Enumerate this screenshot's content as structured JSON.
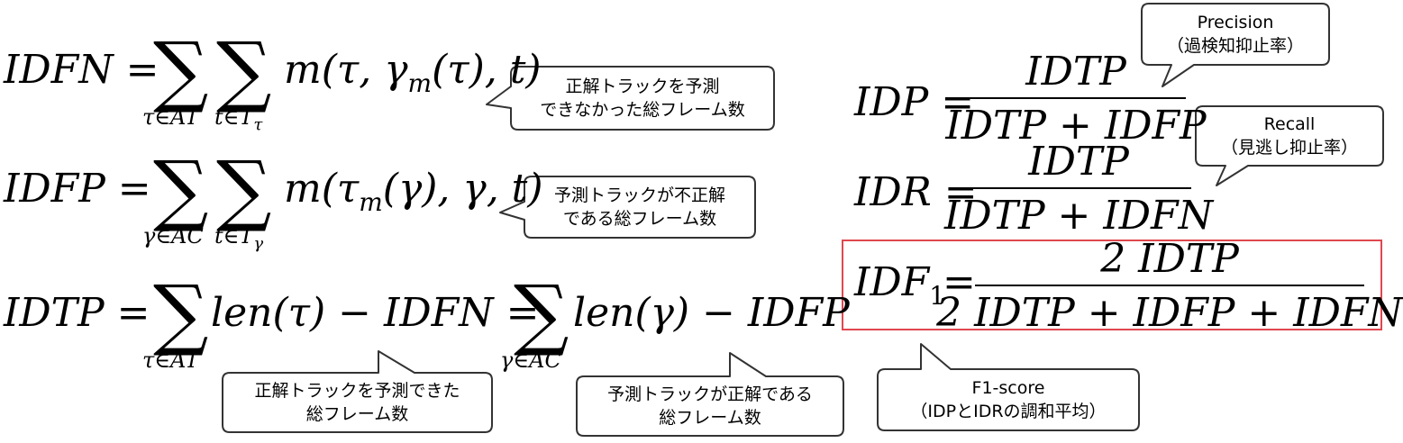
{
  "formulas": {
    "idfn": {
      "lhs": "IDFN =",
      "sum1_sub": "τ∈AT",
      "sum2_sub": "t∈T",
      "sum2_subsub": "τ",
      "body_a": "m(τ, γ",
      "body_sub": "m",
      "body_b": "(τ), t)"
    },
    "idfp": {
      "lhs": "IDFP =",
      "sum1_sub": "γ∈AC",
      "sum2_sub": "t∈T",
      "sum2_subsub": "γ",
      "body_a": "m(τ",
      "body_sub": "m",
      "body_b": "(γ), γ, t)"
    },
    "idtp": {
      "lhs": "IDTP =",
      "sum1_sub": "τ∈AT",
      "middle": "len(τ) − IDFN =",
      "sum2_sub": "γ∈AC",
      "tail": "len(γ) − IDFP"
    },
    "sigma": "∑",
    "idp": {
      "lhs": "IDP =",
      "num": "IDTP",
      "den": "IDTP + IDFP"
    },
    "idr": {
      "lhs": "IDR =",
      "num": "IDTP",
      "den": "IDTP + IDFN"
    },
    "idf1": {
      "lhs_base": "IDF",
      "lhs_sub": "1",
      "eq": "=",
      "num": "2 IDTP",
      "den": "2 IDTP + IDFP + IDFN"
    }
  },
  "callouts": {
    "idfn_note": {
      "line1": "正解トラックを予測",
      "line2": "できなかった総フレーム数"
    },
    "idfp_note": {
      "line1": "予測トラックが不正解",
      "line2": "である総フレーム数"
    },
    "idtp_gt_note": {
      "line1": "正解トラックを予測できた",
      "line2": "総フレーム数"
    },
    "idtp_pred_note": {
      "line1": "予測トラックが正解である",
      "line2": "総フレーム数"
    },
    "precision_note": {
      "line1": "Precision",
      "line2": "（過検知抑止率）"
    },
    "recall_note": {
      "line1": "Recall",
      "line2": "（見逃し抑止率）"
    },
    "f1_note": {
      "line1": "F1-score",
      "line2": "（IDPとIDRの調和平均）"
    }
  },
  "colors": {
    "highlight_box": "#e0474f",
    "callout_border": "#333333",
    "text": "#000000"
  }
}
